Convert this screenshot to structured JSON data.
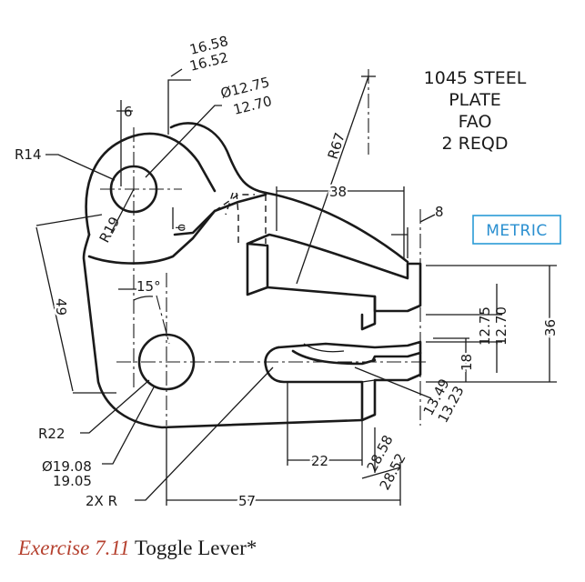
{
  "notes": {
    "material": "1045 STEEL",
    "stock": "PLATE",
    "finish": "FAO",
    "quantity": "2 REQD"
  },
  "units_badge": "METRIC",
  "dimensions": {
    "d_16_58": "16.58",
    "d_16_52": "16.52",
    "hole_dia_max": "Ø12.75",
    "hole_dia_min": "12.70",
    "six": "6",
    "r14": "R14",
    "r19": "R19",
    "r67": "R67",
    "thirty_eight": "38",
    "eight": "8",
    "forty_nine": "49",
    "fifteen_deg": "15°",
    "twelve_75": "12.75",
    "twelve_70": "12.70",
    "thirty_six": "36",
    "eighteen": "18",
    "thirteen_49": "13.49",
    "thirteen_23": "13.23",
    "r22": "R22",
    "bore_dia_max": "Ø19.08",
    "bore_dia_min": "19.05",
    "twenty_two": "22",
    "twenty_eight_58": "28.58",
    "twenty_eight_52": "28.52",
    "two_x_r": "2X R",
    "fifty_seven": "57",
    "phi_small": "φ"
  },
  "caption": {
    "exercise": "Exercise 7.11",
    "title": "Toggle Lever*"
  }
}
